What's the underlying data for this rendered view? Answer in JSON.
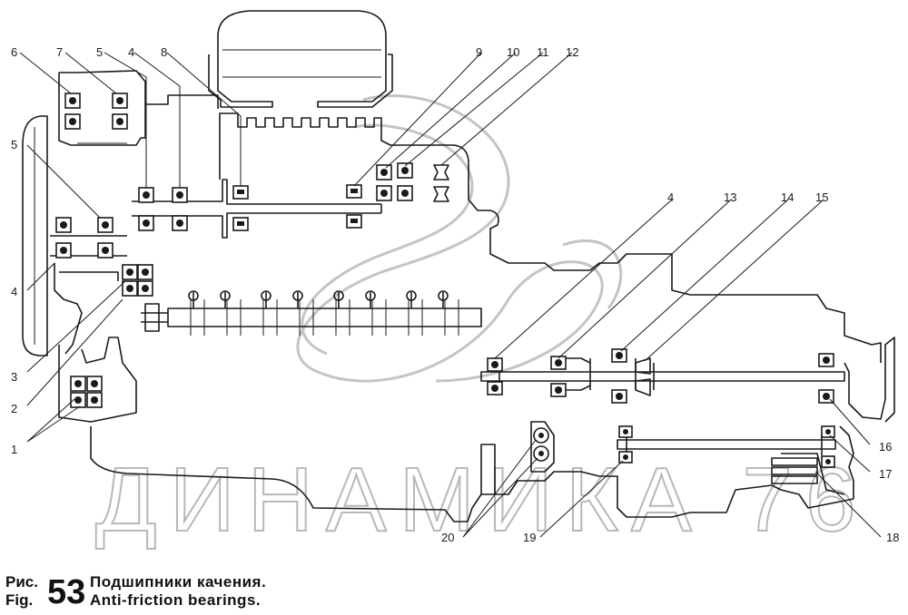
{
  "corner_mark": "",
  "watermark": "ДИНАМИКА 76",
  "callouts": [
    {
      "id": "c1a",
      "text": "1"
    },
    {
      "id": "c2a",
      "text": "2"
    },
    {
      "id": "c3a",
      "text": "3"
    },
    {
      "id": "c4a",
      "text": "4"
    },
    {
      "id": "c5a",
      "text": "5"
    },
    {
      "id": "c6",
      "text": "6"
    },
    {
      "id": "c7",
      "text": "7"
    },
    {
      "id": "c5b",
      "text": "5"
    },
    {
      "id": "c4b",
      "text": "4"
    },
    {
      "id": "c8",
      "text": "8"
    },
    {
      "id": "c9",
      "text": "9"
    },
    {
      "id": "c10",
      "text": "10"
    },
    {
      "id": "c11",
      "text": "11"
    },
    {
      "id": "c12",
      "text": "12"
    },
    {
      "id": "c4c",
      "text": "4"
    },
    {
      "id": "c13",
      "text": "13"
    },
    {
      "id": "c14",
      "text": "14"
    },
    {
      "id": "c15",
      "text": "15"
    },
    {
      "id": "c16",
      "text": "16"
    },
    {
      "id": "c17",
      "text": "17"
    },
    {
      "id": "c18",
      "text": "18"
    },
    {
      "id": "c19",
      "text": "19"
    },
    {
      "id": "c20",
      "text": "20"
    }
  ],
  "caption": {
    "ru_prefix": "Рис.",
    "en_prefix": "Fig.",
    "number": "53",
    "ru_title": "Подшипники качения.",
    "en_title": "Anti-friction bearings."
  }
}
